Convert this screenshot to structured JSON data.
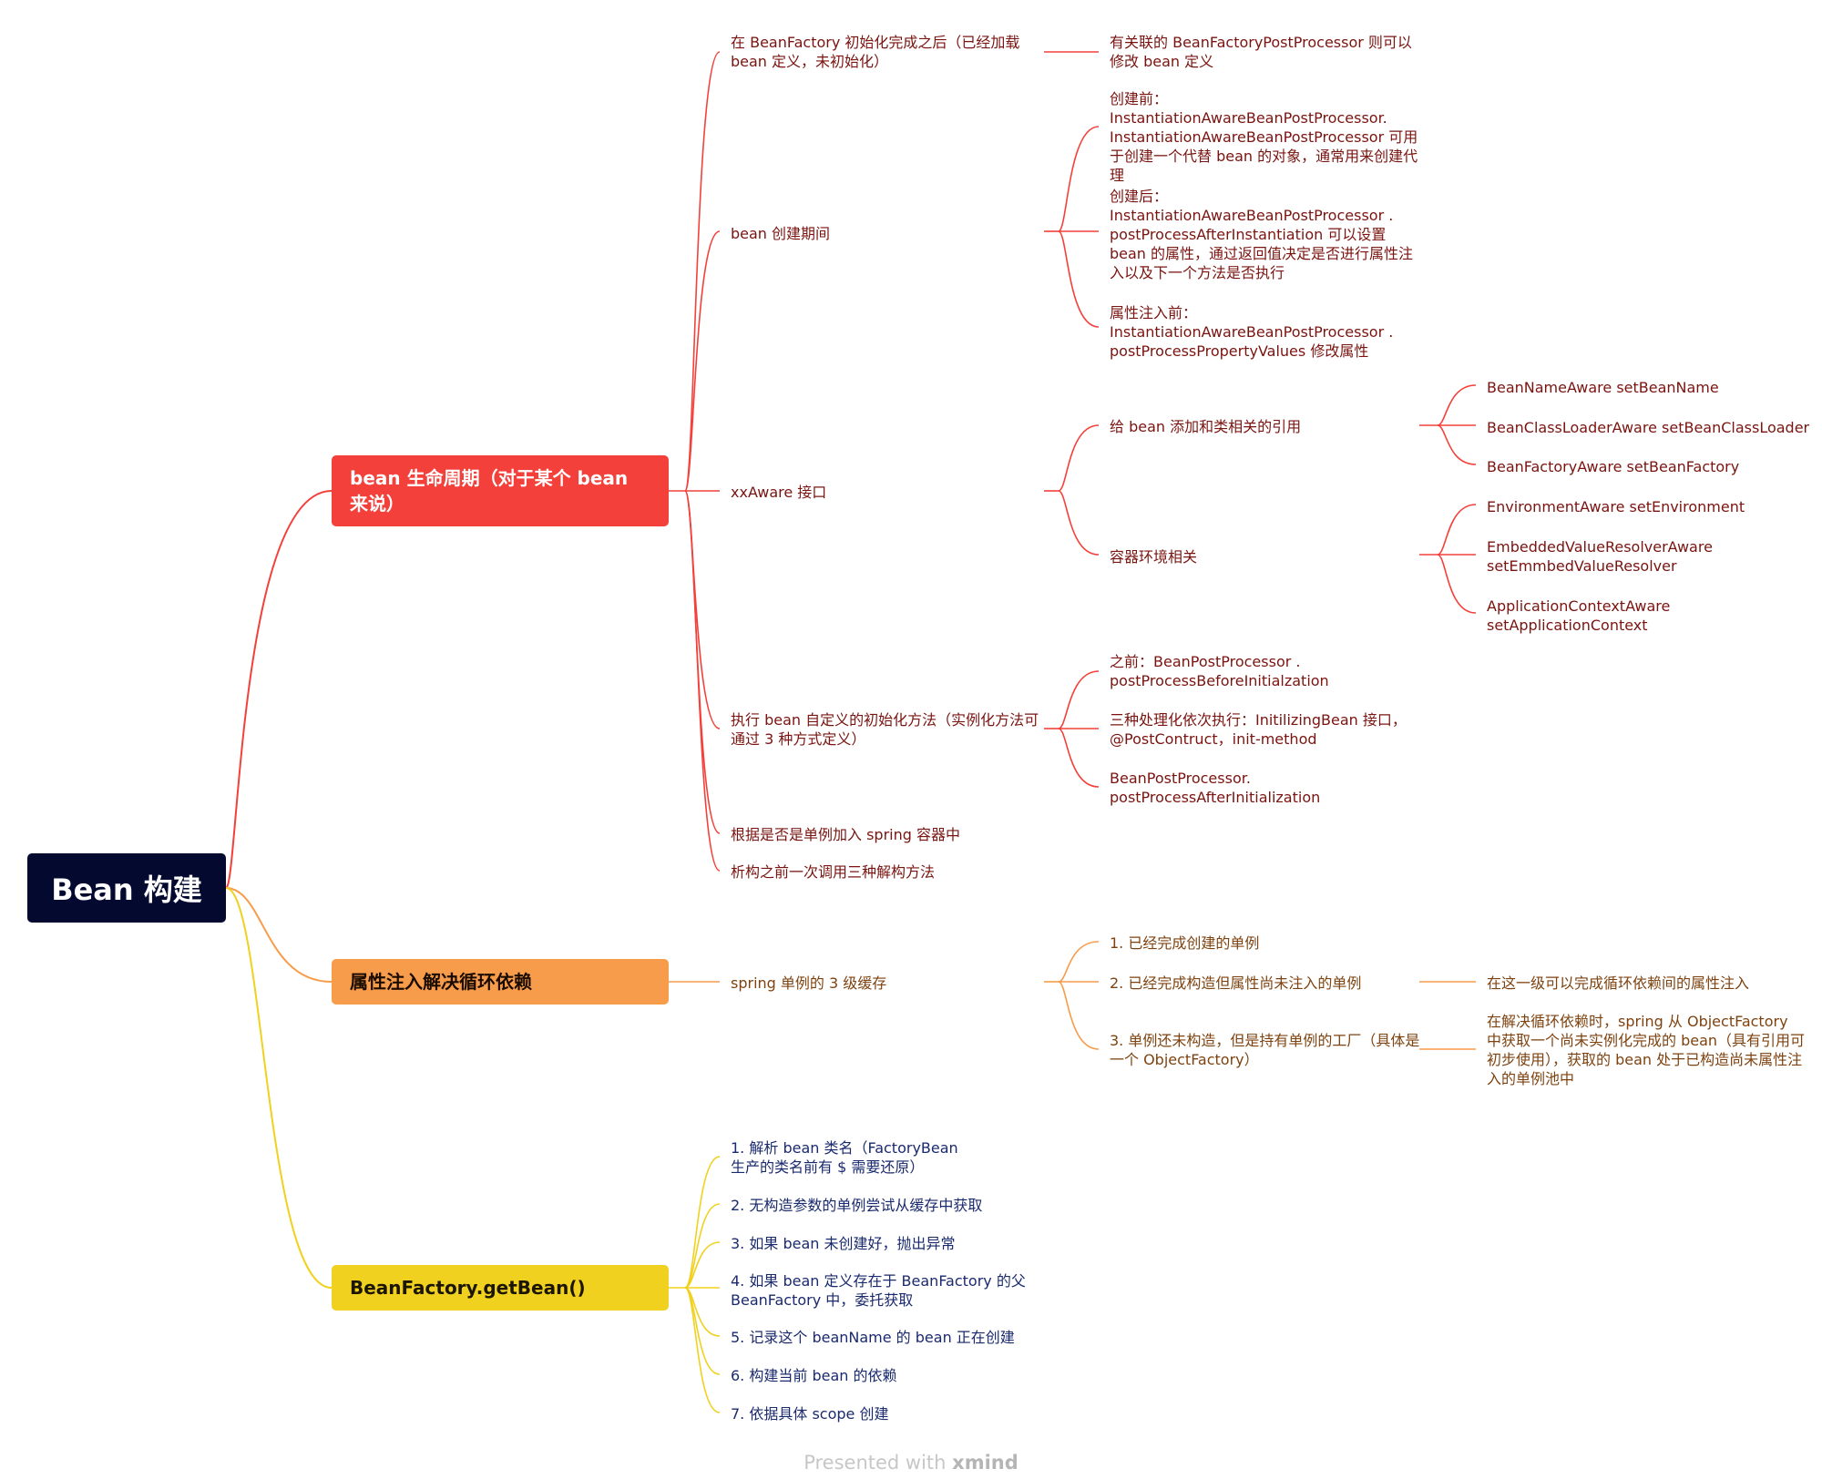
{
  "root": {
    "label": "Bean 构建"
  },
  "branches": [
    {
      "label": "bean 生命周期（对于某个 bean 来说）",
      "children": [
        {
          "label": "在 BeanFactory 初始化完成之后（已经加载 bean 定义，未初始化）",
          "children": [
            {
              "label": "有关联的 BeanFactoryPostProcessor 则可以修改 bean 定义"
            }
          ]
        },
        {
          "label": "bean 创建期间",
          "children": [
            {
              "label": "创建前：InstantiationAwareBeanPostProcessor. InstantiationAwareBeanPostProcessor 可用于创建一个代替 bean 的对象，通常用来创建代理"
            },
            {
              "label": "创建后：InstantiationAwareBeanPostProcessor . postProcessAfterInstantiation 可以设置 bean 的属性，通过返回值决定是否进行属性注入以及下一个方法是否执行"
            },
            {
              "label": "属性注入前：InstantiationAwareBeanPostProcessor . postProcessPropertyValues 修改属性"
            }
          ]
        },
        {
          "label": "xxAware 接口",
          "children": [
            {
              "label": "给 bean 添加和类相关的引用",
              "children": [
                {
                  "label": "BeanNameAware setBeanName"
                },
                {
                  "label": "BeanClassLoaderAware setBeanClassLoader"
                },
                {
                  "label": "BeanFactoryAware setBeanFactory"
                }
              ]
            },
            {
              "label": "容器环境相关",
              "children": [
                {
                  "label": "EnvironmentAware setEnvironment"
                },
                {
                  "label": "EmbeddedValueResolverAware setEmmbedValueResolver"
                },
                {
                  "label": "ApplicationContextAware setApplicationContext"
                }
              ]
            }
          ]
        },
        {
          "label": "执行 bean 自定义的初始化方法（实例化方法可通过 3 种方式定义）",
          "children": [
            {
              "label": "之前：BeanPostProcessor . postProcessBeforeInitialzation"
            },
            {
              "label": "三种处理化依次执行：InitilizingBean 接口，@PostContruct，init-method"
            },
            {
              "label": "BeanPostProcessor. postProcessAfterInitialization"
            }
          ]
        },
        {
          "label": "根据是否是单例加入 spring 容器中"
        },
        {
          "label": "析构之前一次调用三种解构方法"
        }
      ]
    },
    {
      "label": "属性注入解决循环依赖",
      "children": [
        {
          "label": "spring 单例的 3 级缓存",
          "children": [
            {
              "label": "1. 已经完成创建的单例"
            },
            {
              "label": "2. 已经完成构造但属性尚未注入的单例",
              "children": [
                {
                  "label": "在这一级可以完成循环依赖间的属性注入"
                }
              ]
            },
            {
              "label": "3. 单例还未构造，但是持有单例的工厂（具体是一个 ObjectFactory）",
              "children": [
                {
                  "label": "在解决循环依赖时，spring 从 ObjectFactory 中获取一个尚未实例化完成的 bean（具有引用可初步使用），获取的 bean 处于已构造尚未属性注入的单例池中"
                }
              ]
            }
          ]
        }
      ]
    },
    {
      "label": "BeanFactory.getBean()",
      "children": [
        {
          "label": "1. 解析 bean 类名（FactoryBean 生产的类名前有 $ 需要还原）"
        },
        {
          "label": "2. 无构造参数的单例尝试从缓存中获取"
        },
        {
          "label": "3. 如果 bean 未创建好，抛出异常"
        },
        {
          "label": "4. 如果 bean 定义存在于 BeanFactory 的父 BeanFactory 中，委托获取"
        },
        {
          "label": "5. 记录这个 beanName 的 bean 正在创建"
        },
        {
          "label": "6. 构建当前 bean 的依赖"
        },
        {
          "label": "7. 依据具体 scope 创建"
        }
      ]
    }
  ],
  "footer": {
    "prefix": "Presented with",
    "brand": "xmind"
  },
  "colors": {
    "red": "#f4403a",
    "orange": "#f79c4a",
    "yellow": "#f0d11f",
    "root": "#040930"
  }
}
